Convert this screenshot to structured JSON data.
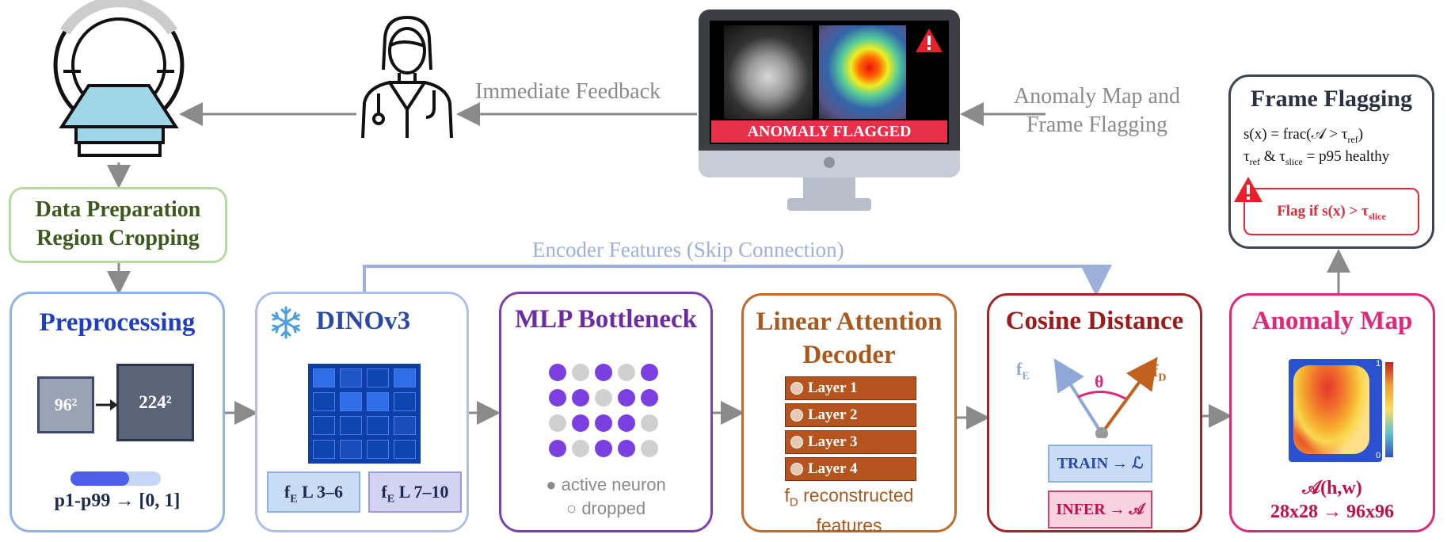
{
  "top": {
    "feedback_label": "Immediate Feedback",
    "anomaly_flagging_label_1": "Anomaly Map and",
    "anomaly_flagging_label_2": "Frame Flagging",
    "monitor_banner": "ANOMALY FLAGGED"
  },
  "data_prep": {
    "line1": "Data Preparation",
    "line2": "Region Cropping"
  },
  "frame_flagging": {
    "title": "Frame Flagging",
    "formula1": "s(x) = frac(𝒜 > τ",
    "formula1_sub": "ref",
    "formula1_end": ")",
    "formula2_a": "τ",
    "formula2_sub1": "ref",
    "formula2_b": " & τ",
    "formula2_sub2": "slice",
    "formula2_c": " = p95 healthy",
    "flag_text": "Flag if s(x) > τ",
    "flag_sub": "slice"
  },
  "skip_label": "Encoder Features (Skip Connection)",
  "preprocessing": {
    "title": "Preprocessing",
    "small": "96²",
    "large": "224²",
    "caption": "p1-p99 → [0, 1]"
  },
  "dino": {
    "title": "DINOv3",
    "feat1": "f",
    "feat1_sub": "E",
    "feat1_rest": " L 3–6",
    "feat2": "f",
    "feat2_sub": "E",
    "feat2_rest": " L 7–10"
  },
  "mlp": {
    "title": "MLP Bottleneck",
    "legend_active": "● active neuron",
    "legend_dropped": "○ dropped"
  },
  "decoder": {
    "title1": "Linear Attention",
    "title2": "Decoder",
    "layers": [
      "Layer 1",
      "Layer 2",
      "Layer 3",
      "Layer 4"
    ],
    "caption1_f": "f",
    "caption1_sub": "D",
    "caption1_rest": " reconstructed",
    "caption2": "features"
  },
  "cosine": {
    "title": "Cosine Distance",
    "fe": "f",
    "fe_sub": "E",
    "fd": "f",
    "fd_sub": "D",
    "theta": "θ",
    "train": "TRAIN → ℒ",
    "infer": "INFER → 𝒜"
  },
  "anomaly_map": {
    "title": "Anomaly Map",
    "caption1": "𝒜(h,w)",
    "caption2": "28x28 → 96x96",
    "scale_max": "1",
    "scale_min": "0"
  },
  "colors": {
    "preprocessing": "#1f3fbf",
    "dino": "#2b4aa8",
    "mlp": "#6a2ca0",
    "decoder": "#a85a1e",
    "cosine": "#9c1a1a",
    "anomaly": "#e0287a",
    "data_prep": "#3d5a1e"
  }
}
